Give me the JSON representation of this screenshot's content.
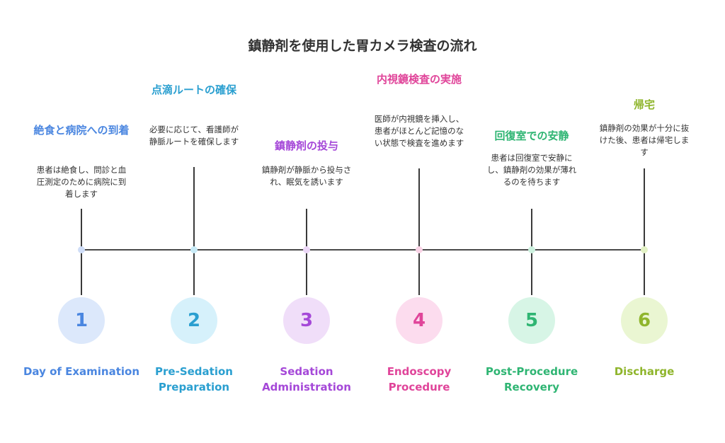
{
  "title": "鎮静剤を使用した胃カメラ検査の流れ",
  "stages": [
    {
      "number": "1",
      "heading": "絶食と病院への到着",
      "description": "患者は絶食し、問診と血圧測定のために病院に到着します",
      "label": "Day of Examination",
      "color": "#4a86e0",
      "circle_color": "#dce8fb",
      "dot_color": "#cfddf7"
    },
    {
      "number": "2",
      "heading": "点滴ルートの確保",
      "description": "必要に応じて、看護師が静脈ルートを確保します",
      "label": "Pre-Sedation Preparation",
      "color": "#2a9fd0",
      "circle_color": "#d6f1fb",
      "dot_color": "#c9ecf8"
    },
    {
      "number": "3",
      "heading": "鎮静剤の投与",
      "description": "鎮静剤が静脈から投与され、眠気を誘います",
      "label": "Sedation Administration",
      "color": "#a548d8",
      "circle_color": "#f0def9",
      "dot_color": "#ecd7f7"
    },
    {
      "number": "4",
      "heading": "内視鏡検査の実施",
      "description": "医師が内視鏡を挿入し、患者がほとんど記憶のない状態で検査を進めます",
      "label": "Endoscopy Procedure",
      "color": "#e0459a",
      "circle_color": "#fcdcee",
      "dot_color": "#f9d3e6"
    },
    {
      "number": "5",
      "heading": "回復室での安静",
      "description": "患者は回復室で安静にし、鎮静剤の効果が薄れるのを待ちます",
      "label": "Post-Procedure Recovery",
      "color": "#2fb573",
      "circle_color": "#d7f5e6",
      "dot_color": "#cdf1df"
    },
    {
      "number": "6",
      "heading": "帰宅",
      "description": "鎮静剤の効果が十分に抜けた後、患者は帰宅します",
      "label": "Discharge",
      "color": "#8fb52c",
      "circle_color": "#eaf6d2",
      "dot_color": "#e3f2c5"
    }
  ]
}
